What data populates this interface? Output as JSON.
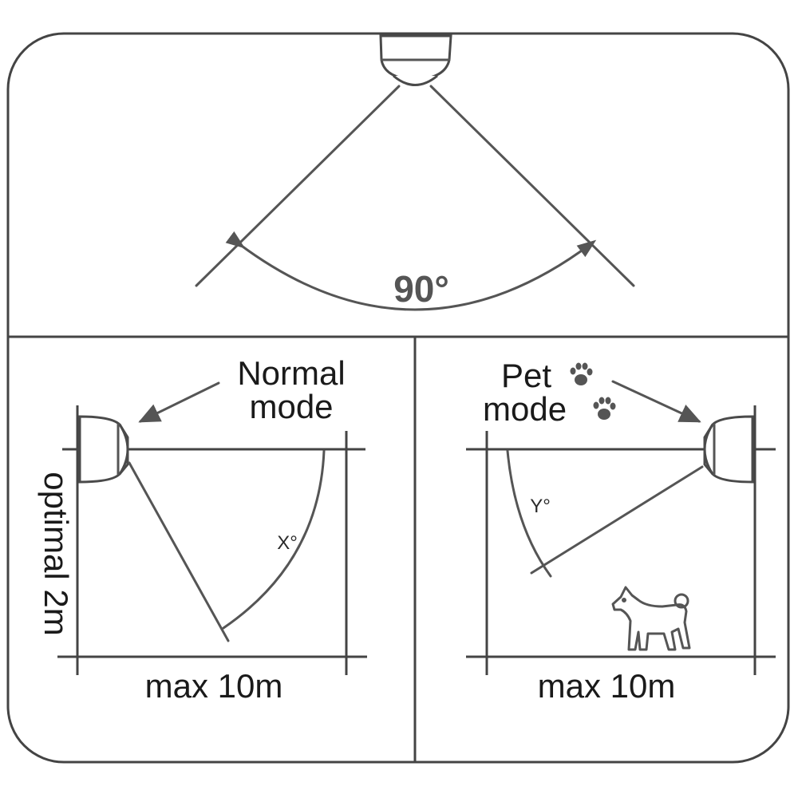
{
  "top_panel": {
    "angle_label": "90°"
  },
  "normal_panel": {
    "mode_label_line1": "Normal",
    "mode_label_line2": "mode",
    "angle_label": "X°",
    "height_label": "optimal 2m",
    "range_label": "max 10m"
  },
  "pet_panel": {
    "mode_label_line1": "Pet",
    "mode_label_line2": "mode",
    "angle_label": "Y°",
    "range_label": "max 10m",
    "icons": [
      "paw-icon",
      "paw-icon",
      "dog-icon"
    ]
  },
  "colors": {
    "line": "#555555",
    "text": "#1a1a1a",
    "frame": "#444444"
  }
}
